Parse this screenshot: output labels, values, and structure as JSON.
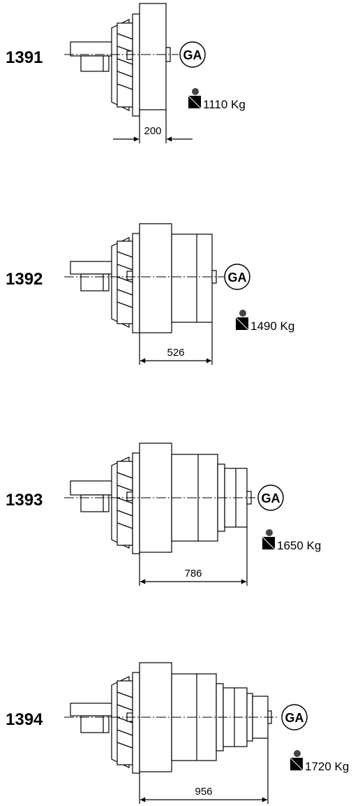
{
  "variants": [
    {
      "code": "1391",
      "badge": "GA",
      "weight": "1110 Kg",
      "dimension": "200"
    },
    {
      "code": "1392",
      "badge": "GA",
      "weight": "1490 Kg",
      "dimension": "526"
    },
    {
      "code": "1393",
      "badge": "GA",
      "weight": "1650 Kg",
      "dimension": "786"
    },
    {
      "code": "1394",
      "badge": "GA",
      "weight": "1720 Kg",
      "dimension": "956"
    }
  ]
}
